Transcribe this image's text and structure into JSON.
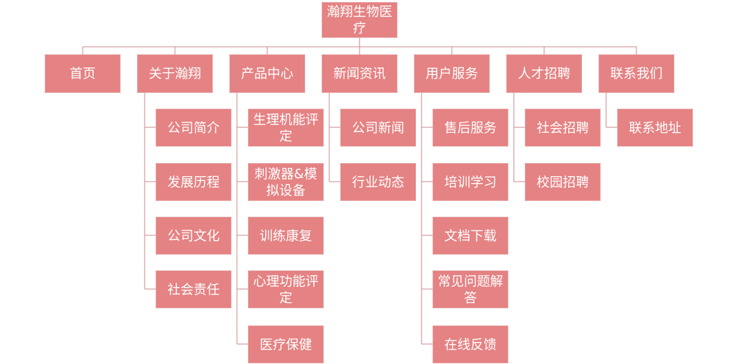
{
  "root": "瀚翔生物医疗",
  "branches": [
    {
      "label": "首页",
      "children": []
    },
    {
      "label": "关于瀚翔",
      "children": [
        "公司简介",
        "发展历程",
        "公司文化",
        "社会责任"
      ]
    },
    {
      "label": "产品中心",
      "children": [
        "生理机能评定",
        "刺激器&模拟设备",
        "训练康复",
        "心理功能评定",
        "医疗保健"
      ]
    },
    {
      "label": "新闻资讯",
      "children": [
        "公司新闻",
        "行业动态"
      ]
    },
    {
      "label": "用户服务",
      "children": [
        "售后服务",
        "培训学习",
        "文档下载",
        "常见问题解答",
        "在线反馈"
      ]
    },
    {
      "label": "人才招聘",
      "children": [
        "社会招聘",
        "校园招聘"
      ]
    },
    {
      "label": "联系我们",
      "children": [
        "联系地址"
      ]
    }
  ],
  "colors": {
    "node_fill": "#e58283",
    "node_border": "#e6a5a6",
    "connector": "#c9848a",
    "text": "#ffffff"
  }
}
